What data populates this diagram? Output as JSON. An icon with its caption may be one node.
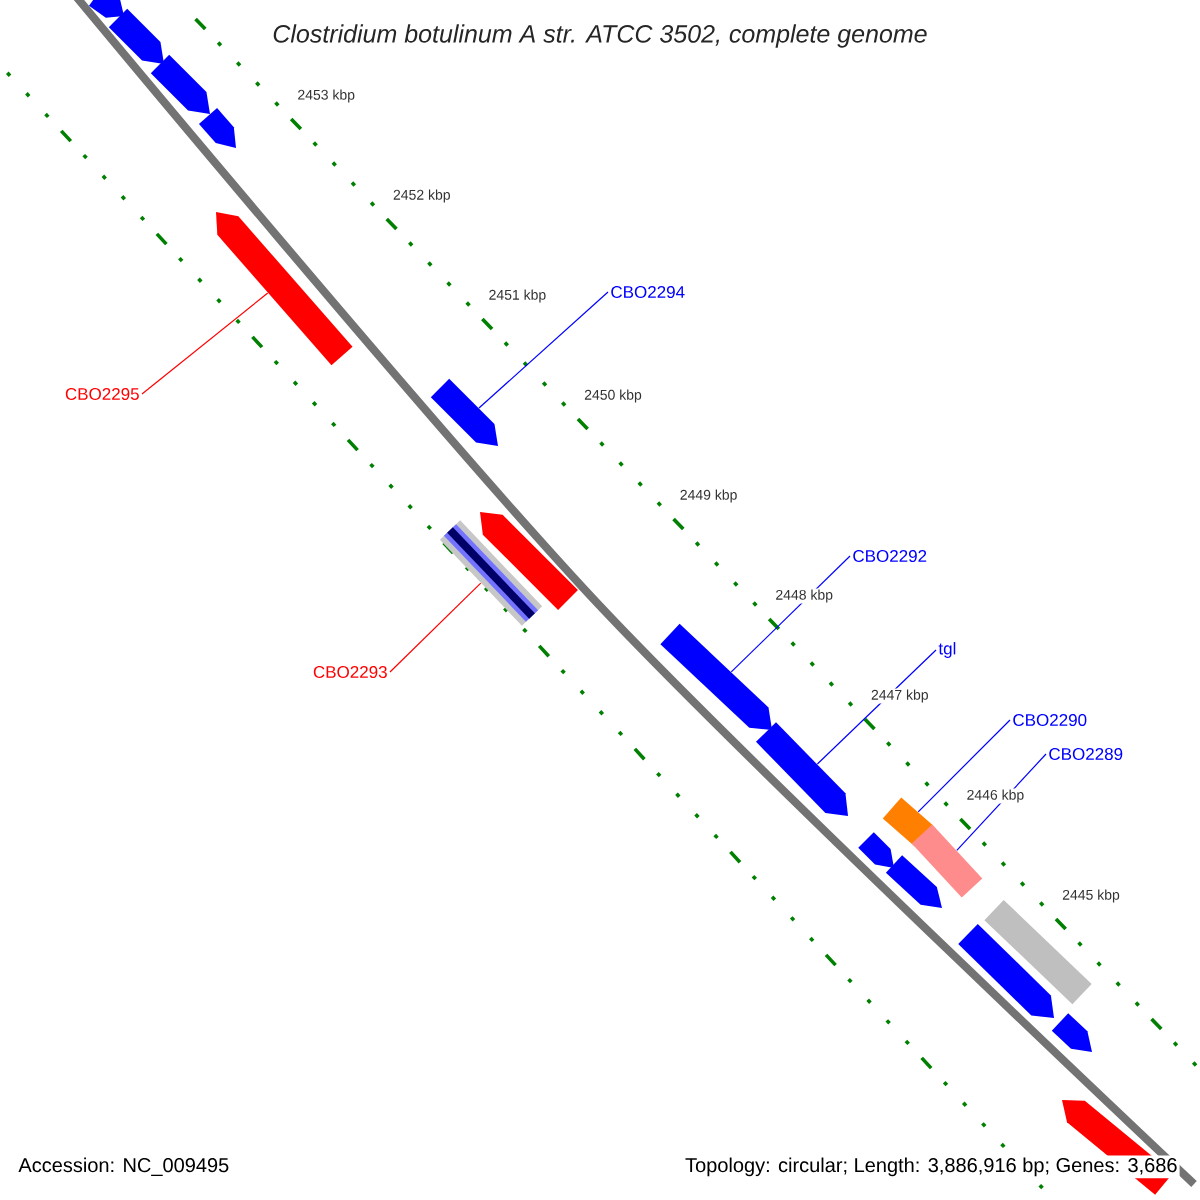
{
  "diagram": {
    "title": "Clostridium botulinum A str. ATCC 3502, complete genome",
    "nodes": [
      {
        "text": [
          "CBO2294"
        ]
      },
      {
        "text": [
          "CBO2295"
        ]
      },
      {
        "text": [
          "CBO2292"
        ]
      },
      {
        "text": [
          "tgl"
        ]
      },
      {
        "text": [
          "CBO2293"
        ]
      },
      {
        "text": [
          "CBO2290"
        ]
      },
      {
        "text": [
          "CBO2289"
        ]
      },
      {
        "text": [],
        "shape": "arrow"
      },
      {
        "text": [],
        "shape": "arrow"
      },
      {
        "text": [],
        "shape": "arrow"
      },
      {
        "text": [],
        "shape": "arrow"
      },
      {
        "text": [],
        "shape": "bar"
      },
      {
        "text": [],
        "shape": "bar"
      },
      {
        "text": [],
        "shape": "bar"
      },
      {
        "text": [],
        "shape": "arrow"
      },
      {
        "text": [],
        "shape": "arrow"
      },
      {
        "text": [],
        "shape": "arrow"
      },
      {
        "text": [],
        "shape": "arrow"
      },
      {
        "text": [],
        "shape": "arrow"
      },
      {
        "text": [],
        "shape": "arrow"
      },
      {
        "text": [],
        "shape": "arrow"
      },
      {
        "text": [],
        "shape": "bar"
      },
      {
        "text": [],
        "shape": "arrow"
      },
      {
        "text": [],
        "shape": "arrow"
      },
      {
        "text": [],
        "shape": "arrow"
      }
    ],
    "edges": [
      {
        "from": 0,
        "to": 7,
        "arrow": "none"
      },
      {
        "from": 1,
        "to": 8,
        "arrow": "none",
        "color": "#ff0000"
      },
      {
        "from": 2,
        "to": 9,
        "arrow": "none"
      },
      {
        "from": 3,
        "to": 10,
        "arrow": "none"
      },
      {
        "from": 4,
        "to": 11,
        "arrow": "none",
        "color": "#ff0000"
      },
      {
        "from": 5,
        "to": 12,
        "arrow": "none"
      },
      {
        "from": 6,
        "to": 13,
        "arrow": "none"
      }
    ],
    "labels": [
      "2453 kbp",
      "2452 kbp",
      "2451 kbp",
      "2450 kbp",
      "2449 kbp",
      "2448 kbp",
      "2447 kbp",
      "2446 kbp",
      "2445 kbp",
      "Accession: NC_009495",
      "Topology: circular; Length: 3,886,916 bp; Genes: 3,686"
    ]
  }
}
